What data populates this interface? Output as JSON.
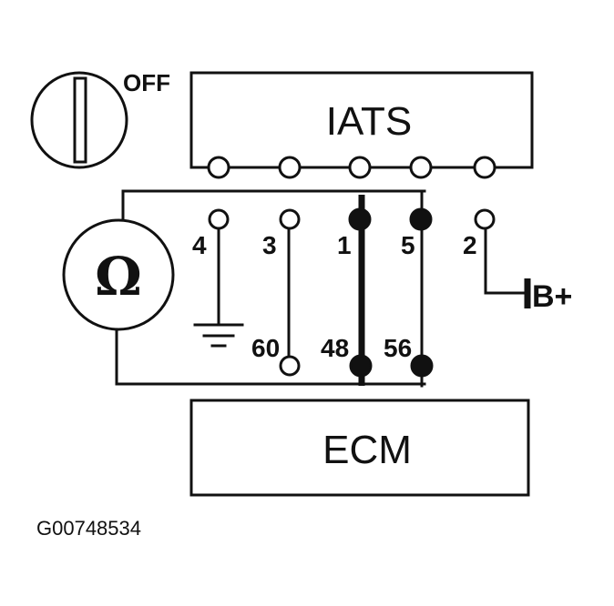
{
  "switch": {
    "label": "OFF"
  },
  "sensor": {
    "label": "IATS"
  },
  "module": {
    "label": "ECM"
  },
  "meter": {
    "symbol": "Ω"
  },
  "supply": {
    "label": "B+"
  },
  "pins": {
    "p4": "4",
    "p3": "3",
    "p1": "1",
    "p5": "5",
    "p2": "2",
    "p60": "60",
    "p48": "48",
    "p56": "56"
  },
  "figure_code": "G00748534"
}
